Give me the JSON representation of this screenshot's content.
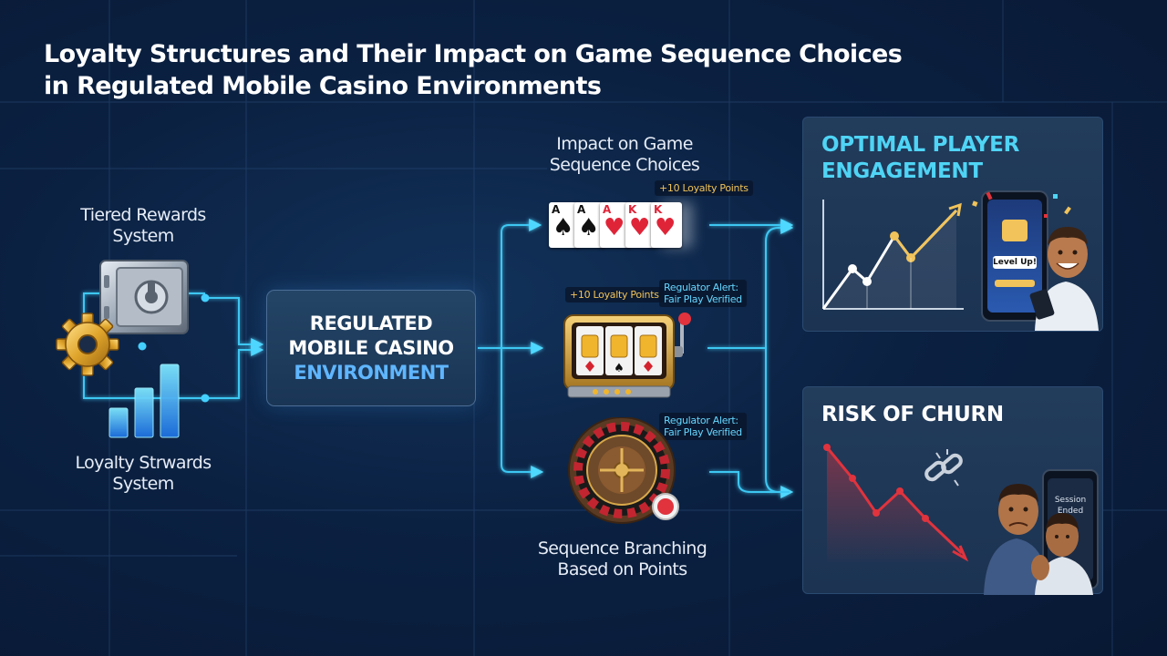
{
  "title": {
    "line1": "Loyalty Structures and Their Impact on Game Sequence Choices",
    "line2": "in Regulated Mobile Casino Environments"
  },
  "inputs": {
    "tiered": {
      "line1": "Tiered Rewards",
      "line2": "System",
      "icon": "vault-icon"
    },
    "loyalty": {
      "line1": "Loyalty Strwards",
      "line2": "System",
      "icon": "bar-chart-icon"
    },
    "gear_icon": "gear-icon"
  },
  "center": {
    "line1": "REGULATED",
    "line2": "MOBILE CASINO",
    "line3": "ENVIRONMENT"
  },
  "games": {
    "header": {
      "line1": "Impact on Game",
      "line2": "Sequence Choices"
    },
    "cards": {
      "icon": "playing-cards-icon",
      "badge": "+10 Loyalty Points",
      "items": [
        {
          "rank": "A",
          "suit": "♠",
          "color": "black"
        },
        {
          "rank": "A",
          "suit": "♠",
          "color": "black"
        },
        {
          "rank": "A",
          "suit": "♥",
          "color": "red"
        },
        {
          "rank": "K",
          "suit": "♥",
          "color": "red"
        },
        {
          "rank": "K",
          "suit": "♥",
          "color": "red"
        }
      ]
    },
    "slot": {
      "icon": "slot-machine-icon",
      "badge_points": "+10 Loyalty Points",
      "badge_alert": {
        "line1": "Regulator Alert:",
        "line2": "Fair Play Verified"
      }
    },
    "roulette": {
      "icon": "roulette-wheel-icon",
      "badge_alert": {
        "line1": "Regulator Alert:",
        "line2": "Fair Play Verified"
      }
    },
    "footer": {
      "line1": "Sequence Branching",
      "line2": "Based on Points"
    }
  },
  "outcomes": {
    "engagement": {
      "title_line1": "OPTIMAL PLAYER",
      "title_line2": "ENGAGEMENT",
      "color": "#4fd4f5",
      "phone_text": "Level Up!",
      "chart_icon": "rising-line-chart-icon",
      "person_icon": "happy-player-icon"
    },
    "churn": {
      "title": "RISK OF CHURN",
      "color": "#ffffff",
      "phone_text_line1": "Session",
      "phone_text_line2": "Ended",
      "chart_icon": "falling-line-chart-icon",
      "link_icon": "broken-link-icon",
      "person_icon": "frustrated-players-icon"
    }
  },
  "colors": {
    "accent": "#35c8f5",
    "gold": "#f1c35a",
    "danger": "#e0333d"
  }
}
